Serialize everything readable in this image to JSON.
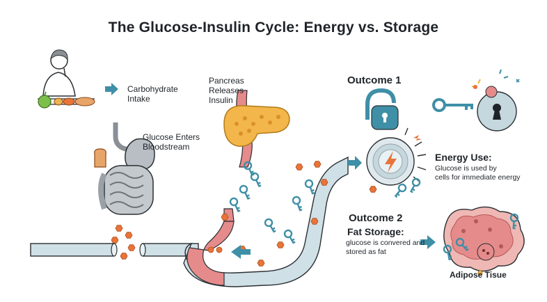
{
  "title": "The Glucose-Insulin Cycle: Energy vs. Storage",
  "labels": {
    "carb_line1": "Carbohydrate",
    "carb_line2": "Intake",
    "glucose_line1": "Glucose Enters",
    "glucose_line2": "Bloodstream",
    "pancreas_line1": "Pancreas",
    "pancreas_line2": "Releases",
    "pancreas_line3": "Insulin",
    "outcome1": "Outcome 1",
    "energy_use": "Energy Use:",
    "energy_desc_line1": "Glucose is used by",
    "energy_desc_line2": "cells for immediate energy",
    "outcome2": "Outcome 2",
    "fat_storage": "Fat Storage:",
    "fat_desc_line1": "glucose is convered and",
    "fat_desc_line2": "stored as fat",
    "adipose": "Adipose Tisue"
  },
  "colors": {
    "teal": "#3f8fa6",
    "orange": "#e8743a",
    "pink": "#e58b8b",
    "vessel": "#cfe0e6",
    "outline": "#2b2f33"
  }
}
